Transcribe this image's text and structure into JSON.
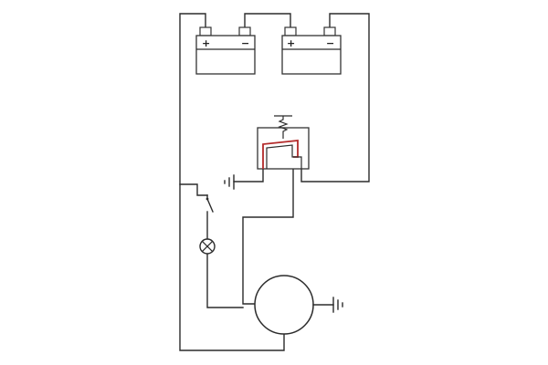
{
  "battery_left": {
    "positive_sign": "+",
    "negative_sign": "−"
  },
  "battery_right": {
    "positive_sign": "+",
    "negative_sign": "−"
  },
  "colors": {
    "wire": "#2b2b2b",
    "highlight": "#b32a2a",
    "background": "#ffffff"
  },
  "icons": [
    "battery",
    "relay",
    "switch",
    "lamp",
    "motor",
    "ground"
  ]
}
